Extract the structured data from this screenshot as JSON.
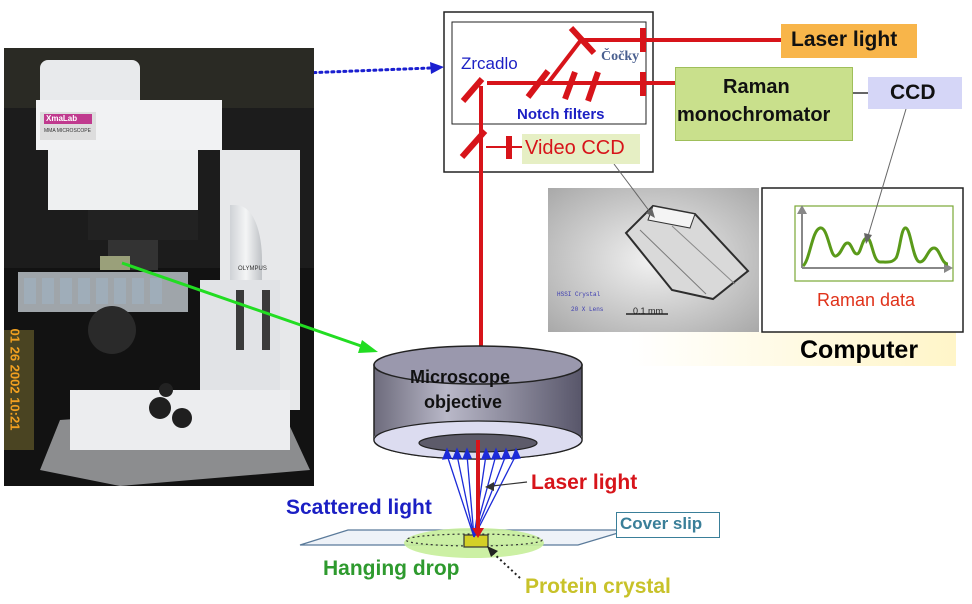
{
  "labels": {
    "laser_light_top": "Laser light",
    "raman_line1": "Raman",
    "raman_line2": "monochromator",
    "ccd": "CCD",
    "zrcadlo": "Zrcadlo",
    "cocky": "Čočky",
    "notch_filters": "Notch filters",
    "video_ccd": "Video CCD",
    "raman_data": "Raman data",
    "computer": "Computer",
    "objective_line1": "Microscope",
    "objective_line2": "objective",
    "scattered_light": "Scattered light",
    "laser_light_bottom": "Laser light",
    "cover_slip": "Cover slip",
    "hanging_drop": "Hanging drop",
    "protein_crystal": "Protein crystal"
  },
  "photo_text": {
    "brand": "XmaLab",
    "model": "MMA MICROSCOPE",
    "olympus": "OLYMPUS",
    "timestamp": "01 26 2002 10:21"
  },
  "crystal_image_text": {
    "line1": "HSSI Crystal",
    "line2": "20 X Lens",
    "scale": "0.1 mm"
  },
  "colors": {
    "laser": "#d7141a",
    "scattered": "#1c2bd8",
    "pointer_green": "#22dd22",
    "pointer_blue": "#1a1fd0",
    "laser_box": "#f8b54a",
    "raman_box": "#c9e08c",
    "ccd_box": "#d5d6f7",
    "video_box": "#e6efc4",
    "spectrum": "#5a9a1a",
    "hanging_drop": "#2e9a2e",
    "protein_crystal": "#c8c22a"
  }
}
